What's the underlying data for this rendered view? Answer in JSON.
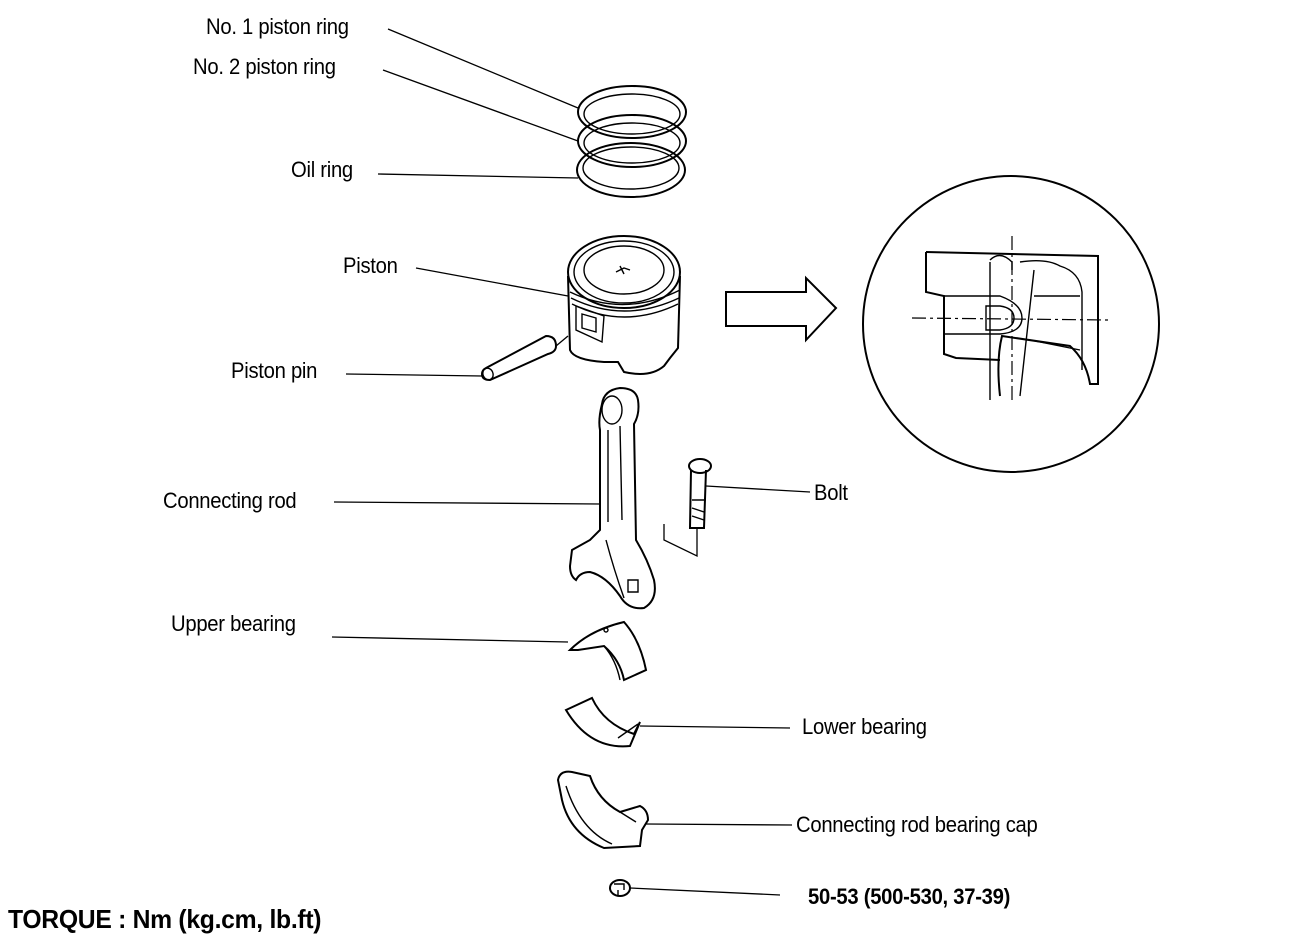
{
  "diagram": {
    "title": "Piston and connecting rod assembly (exploded view)",
    "labels": {
      "no1_piston_ring": "No. 1 piston ring",
      "no2_piston_ring": "No. 2 piston ring",
      "oil_ring": "Oil ring",
      "piston": "Piston",
      "piston_pin": "Piston pin",
      "connecting_rod": "Connecting rod",
      "bolt": "Bolt",
      "upper_bearing": "Upper bearing",
      "lower_bearing": "Lower bearing",
      "bearing_cap": "Connecting rod bearing cap"
    },
    "torque": {
      "title": "TORQUE : Nm (kg.cm, lb.ft)",
      "nut_value": "50-53 (500-530, 37-39)"
    },
    "detail_view": {
      "arrow_direction": "right",
      "description": "Cross-section of piston with piston pin and connecting rod small end"
    }
  }
}
